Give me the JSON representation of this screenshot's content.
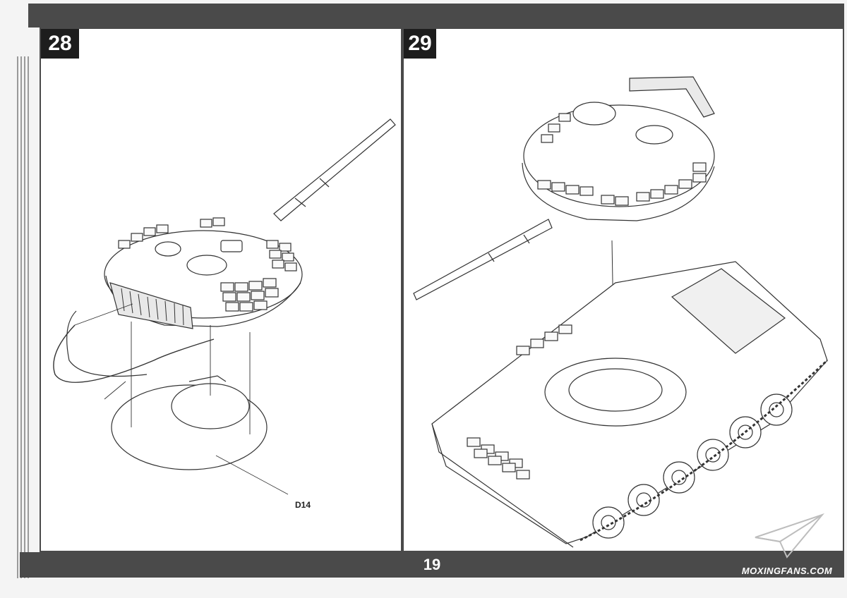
{
  "page": {
    "number": "19"
  },
  "steps": [
    {
      "number": "28",
      "parts": [
        "D14"
      ]
    },
    {
      "number": "29",
      "parts": []
    }
  ],
  "watermark": {
    "text": "MOXINGFANS.COM"
  },
  "colors": {
    "band": "#4a4a4a",
    "badge": "#1d1d1d",
    "line": "#333333",
    "paper": "#ffffff"
  }
}
